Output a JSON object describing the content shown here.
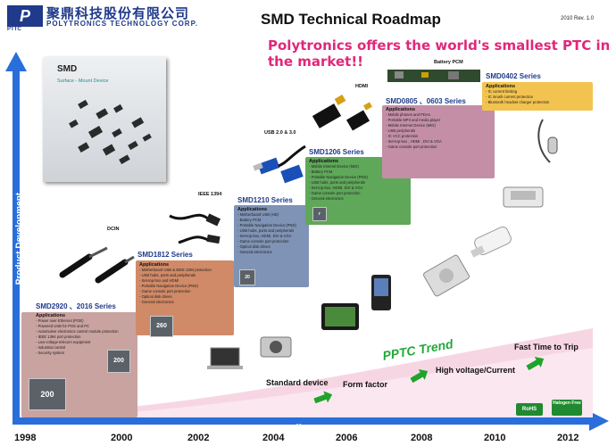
{
  "header": {
    "logo_mark": "P",
    "company_cn": "聚鼎科技股份有限公司",
    "company_en": "POLYTRONICS TECHNOLOGY CORP.",
    "logo_abbr": "PTTC",
    "title": "SMD Technical Roadmap",
    "revision": "2010 Rev. 1.0",
    "tagline_prefix": "Polytronics offers the world's smallest PTC in the ",
    "tagline_emph": "market!!"
  },
  "axes": {
    "y_label": "Product Development",
    "x_label": "Year",
    "years": [
      "1998",
      "2000",
      "2002",
      "2004",
      "2006",
      "2008",
      "2010",
      "2012"
    ],
    "colors": {
      "axis": "#2a6edb"
    }
  },
  "smd_card": {
    "title": "SMD",
    "subtitle": "Surface - Mount Device"
  },
  "series": [
    {
      "title": "SMD2920 、2016 Series",
      "color": "#c9a3a0",
      "applications_label": "Applications",
      "applications": [
        "Power over Ethernet (POE)",
        "Powered USB for POS and PC",
        "Automotive electronics control module protection",
        "IEEE 1394 port protection",
        "Low voltage telecom equipment",
        "Industrial control",
        "Security system"
      ],
      "chips": [
        "200",
        "200"
      ]
    },
    {
      "title": "SMD1812 Series",
      "color": "#d18a67",
      "applications_label": "Applications",
      "applications": [
        "Motherboard USB & IEEE 1394 protection",
        "USB hubs, ports and peripherals",
        "Set-top-box and HDMI",
        "Portable Navigation Device (PND)",
        "Game console port protection",
        "Optical disk drives",
        "General electronics"
      ],
      "chips": [
        "260"
      ]
    },
    {
      "title": "SMD1210 Series",
      "color": "#7e93b5",
      "applications_label": "Applications",
      "applications": [
        "Motherboard USB (HD)",
        "Battery PCM",
        "Portable Navigation Device (PND)",
        "USB hubs, ports and peripherals",
        "Set-top-box, HDMI, DVI & VGA",
        "Game console port protection",
        "Optical disk drives",
        "General electronics"
      ],
      "chips": [
        "20"
      ]
    },
    {
      "title": "SMD1206 Series",
      "color": "#5fa85a",
      "applications_label": "Applications",
      "applications": [
        "Mobile Internet Device (MID)",
        "Battery PCM",
        "Portable Navigation Device (PND)",
        "USB hubs, ports and peripherals",
        "Set-top-box, HDMI, DVI & VGA",
        "Game console port protection",
        "General electronics"
      ],
      "chips": [
        "r"
      ]
    },
    {
      "title": "SMD0805 、0603 Series",
      "color": "#c48fa6",
      "applications_label": "Applications",
      "applications": [
        "Mobile phones and PDAs",
        "Portable MP3 and media player",
        "Mobile Internet Device (MID)",
        "USB peripherals",
        "IC VCC protection",
        "Set-top-box , HDMI , DVI & VGA",
        "Game console port protection"
      ],
      "chips": []
    },
    {
      "title": "SMD0402 Series",
      "color": "#f2c34f",
      "applications_label": "Applications",
      "applications": [
        "IC current limiting",
        "IC inrush current protection",
        "Bluetooth headset charger protection"
      ],
      "chips": []
    }
  ],
  "product_labels": {
    "dcin": "DCIN",
    "ieee": "IEEE 1394",
    "usb": "USB 2.0 & 3.0",
    "hdmi": "HDMI",
    "battery": "Battery PCM"
  },
  "trend": {
    "ptc_trend": "PPTC Trend",
    "standard": "Standard device",
    "form_factor": "Form factor",
    "high_voltage": "High voltage/Current",
    "fast_time": "Fast Time to Trip",
    "rohs": "RoHS",
    "halogen": "Halogen Free"
  }
}
